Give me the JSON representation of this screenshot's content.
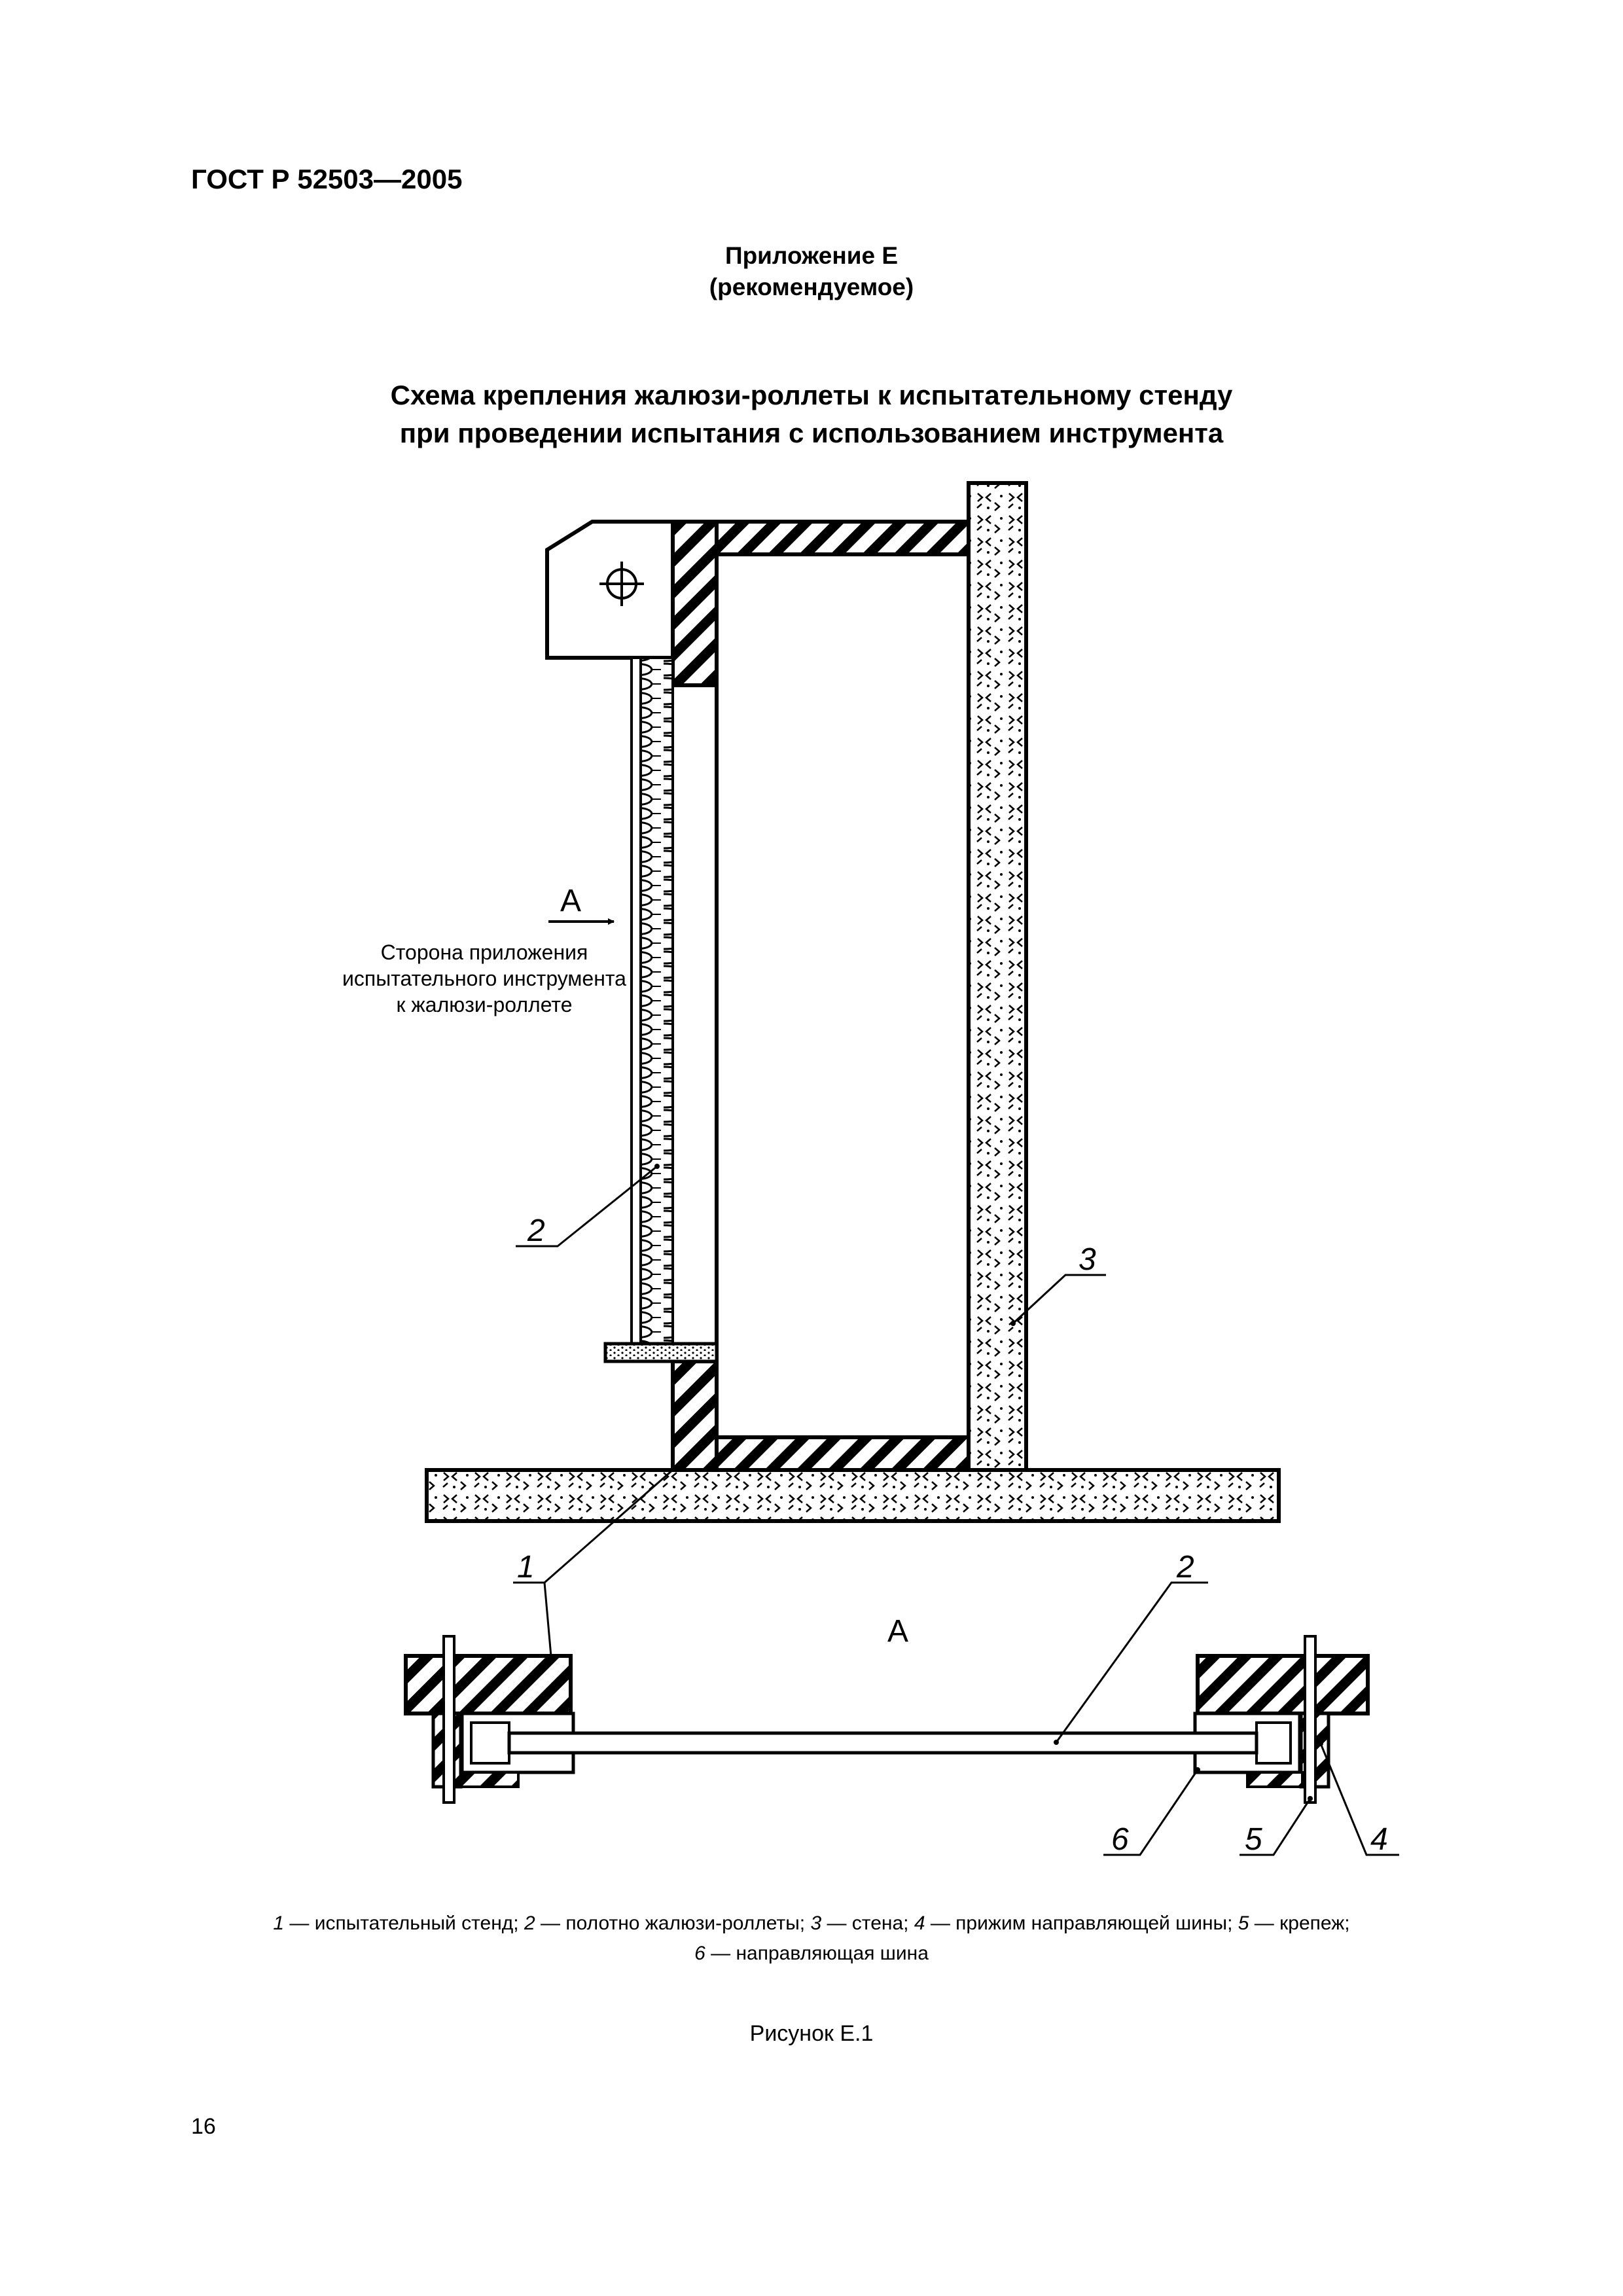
{
  "header": {
    "standard": "ГОСТ Р 52503—2005"
  },
  "appendix": {
    "title": "Приложение Е",
    "status": "(рекомендуемое)"
  },
  "figure": {
    "title_line1": "Схема крепления жалюзи-роллеты к испытательному стенду",
    "title_line2": "при проведении испытания с использованием инструмента",
    "view_arrow_label": "А",
    "view_label": "А",
    "side_note_line1": "Сторона приложения",
    "side_note_line2": "испытательного инструмента",
    "side_note_line3": "к жалюзи-роллете",
    "callouts": {
      "c1": "1",
      "c2_top": "2",
      "c3": "3",
      "c2_bottom": "2",
      "c4": "4",
      "c5": "5",
      "c6": "6"
    },
    "label": "Рисунок Е.1"
  },
  "legend": {
    "n1": "1",
    "t1": " — испытательный стенд; ",
    "n2": "2",
    "t2": " — полотно жалюзи-роллеты; ",
    "n3": "3",
    "t3": " — стена; ",
    "n4": "4",
    "t4": " — прижим направляющей шины; ",
    "n5": "5",
    "t5": " — крепеж;",
    "n6": "6",
    "t6": " — направляющая шина"
  },
  "footer": {
    "page_number": "16"
  },
  "colors": {
    "ink": "#000000",
    "paper": "#ffffff"
  }
}
